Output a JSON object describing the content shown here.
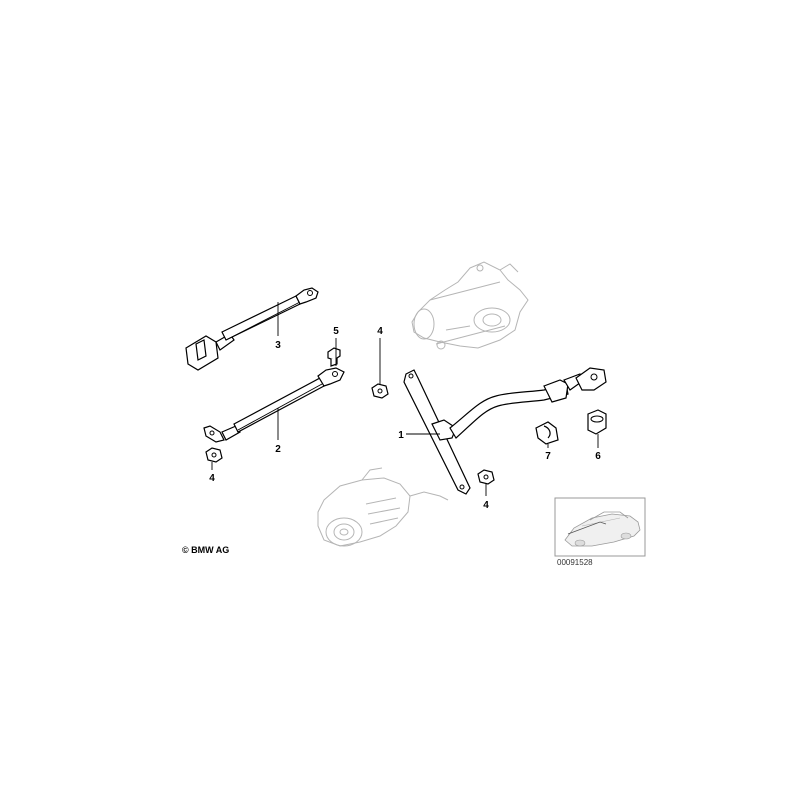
{
  "callouts": [
    {
      "id": "p3",
      "label": "3"
    },
    {
      "id": "p2",
      "label": "2"
    },
    {
      "id": "p4a",
      "label": "4"
    },
    {
      "id": "p5",
      "label": "5"
    },
    {
      "id": "p4b",
      "label": "4"
    },
    {
      "id": "p1",
      "label": "1"
    },
    {
      "id": "p4c",
      "label": "4"
    },
    {
      "id": "p7",
      "label": "7"
    },
    {
      "id": "p6",
      "label": "6"
    }
  ],
  "copyright": "© BMW AG",
  "reference_number": "00091528"
}
